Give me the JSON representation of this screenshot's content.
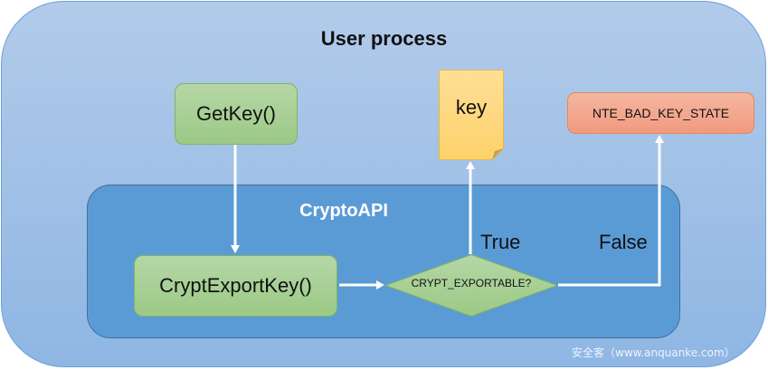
{
  "diagram": {
    "outer_container": {
      "title": "User process",
      "color": "#a3c1e6"
    },
    "inner_container": {
      "title": "CryptoAPI",
      "color": "#5b9bd5"
    },
    "nodes": {
      "getkey": {
        "label": "GetKey()",
        "shape": "rounded-rectangle",
        "color": "#a9d08e"
      },
      "cryptexportkey": {
        "label": "CryptExportKey()",
        "shape": "rounded-rectangle",
        "color": "#a9d08e"
      },
      "decision": {
        "label": "CRYPT_EXPORTABLE?",
        "shape": "diamond",
        "color": "#a9d08e"
      },
      "key": {
        "label": "key",
        "shape": "document",
        "color": "#ffd966"
      },
      "error": {
        "label": "NTE_BAD_KEY_STATE",
        "shape": "rounded-rectangle",
        "color": "#f4a58a"
      }
    },
    "edges": [
      {
        "from": "GetKey()",
        "to": "CryptExportKey()",
        "label": ""
      },
      {
        "from": "CryptExportKey()",
        "to": "CRYPT_EXPORTABLE?",
        "label": ""
      },
      {
        "from": "CRYPT_EXPORTABLE?",
        "to": "key",
        "label": "True"
      },
      {
        "from": "CRYPT_EXPORTABLE?",
        "to": "NTE_BAD_KEY_STATE",
        "label": "False"
      }
    ],
    "branch_labels": {
      "true": "True",
      "false": "False"
    }
  },
  "watermark": "安全客（www.anquanke.com）"
}
